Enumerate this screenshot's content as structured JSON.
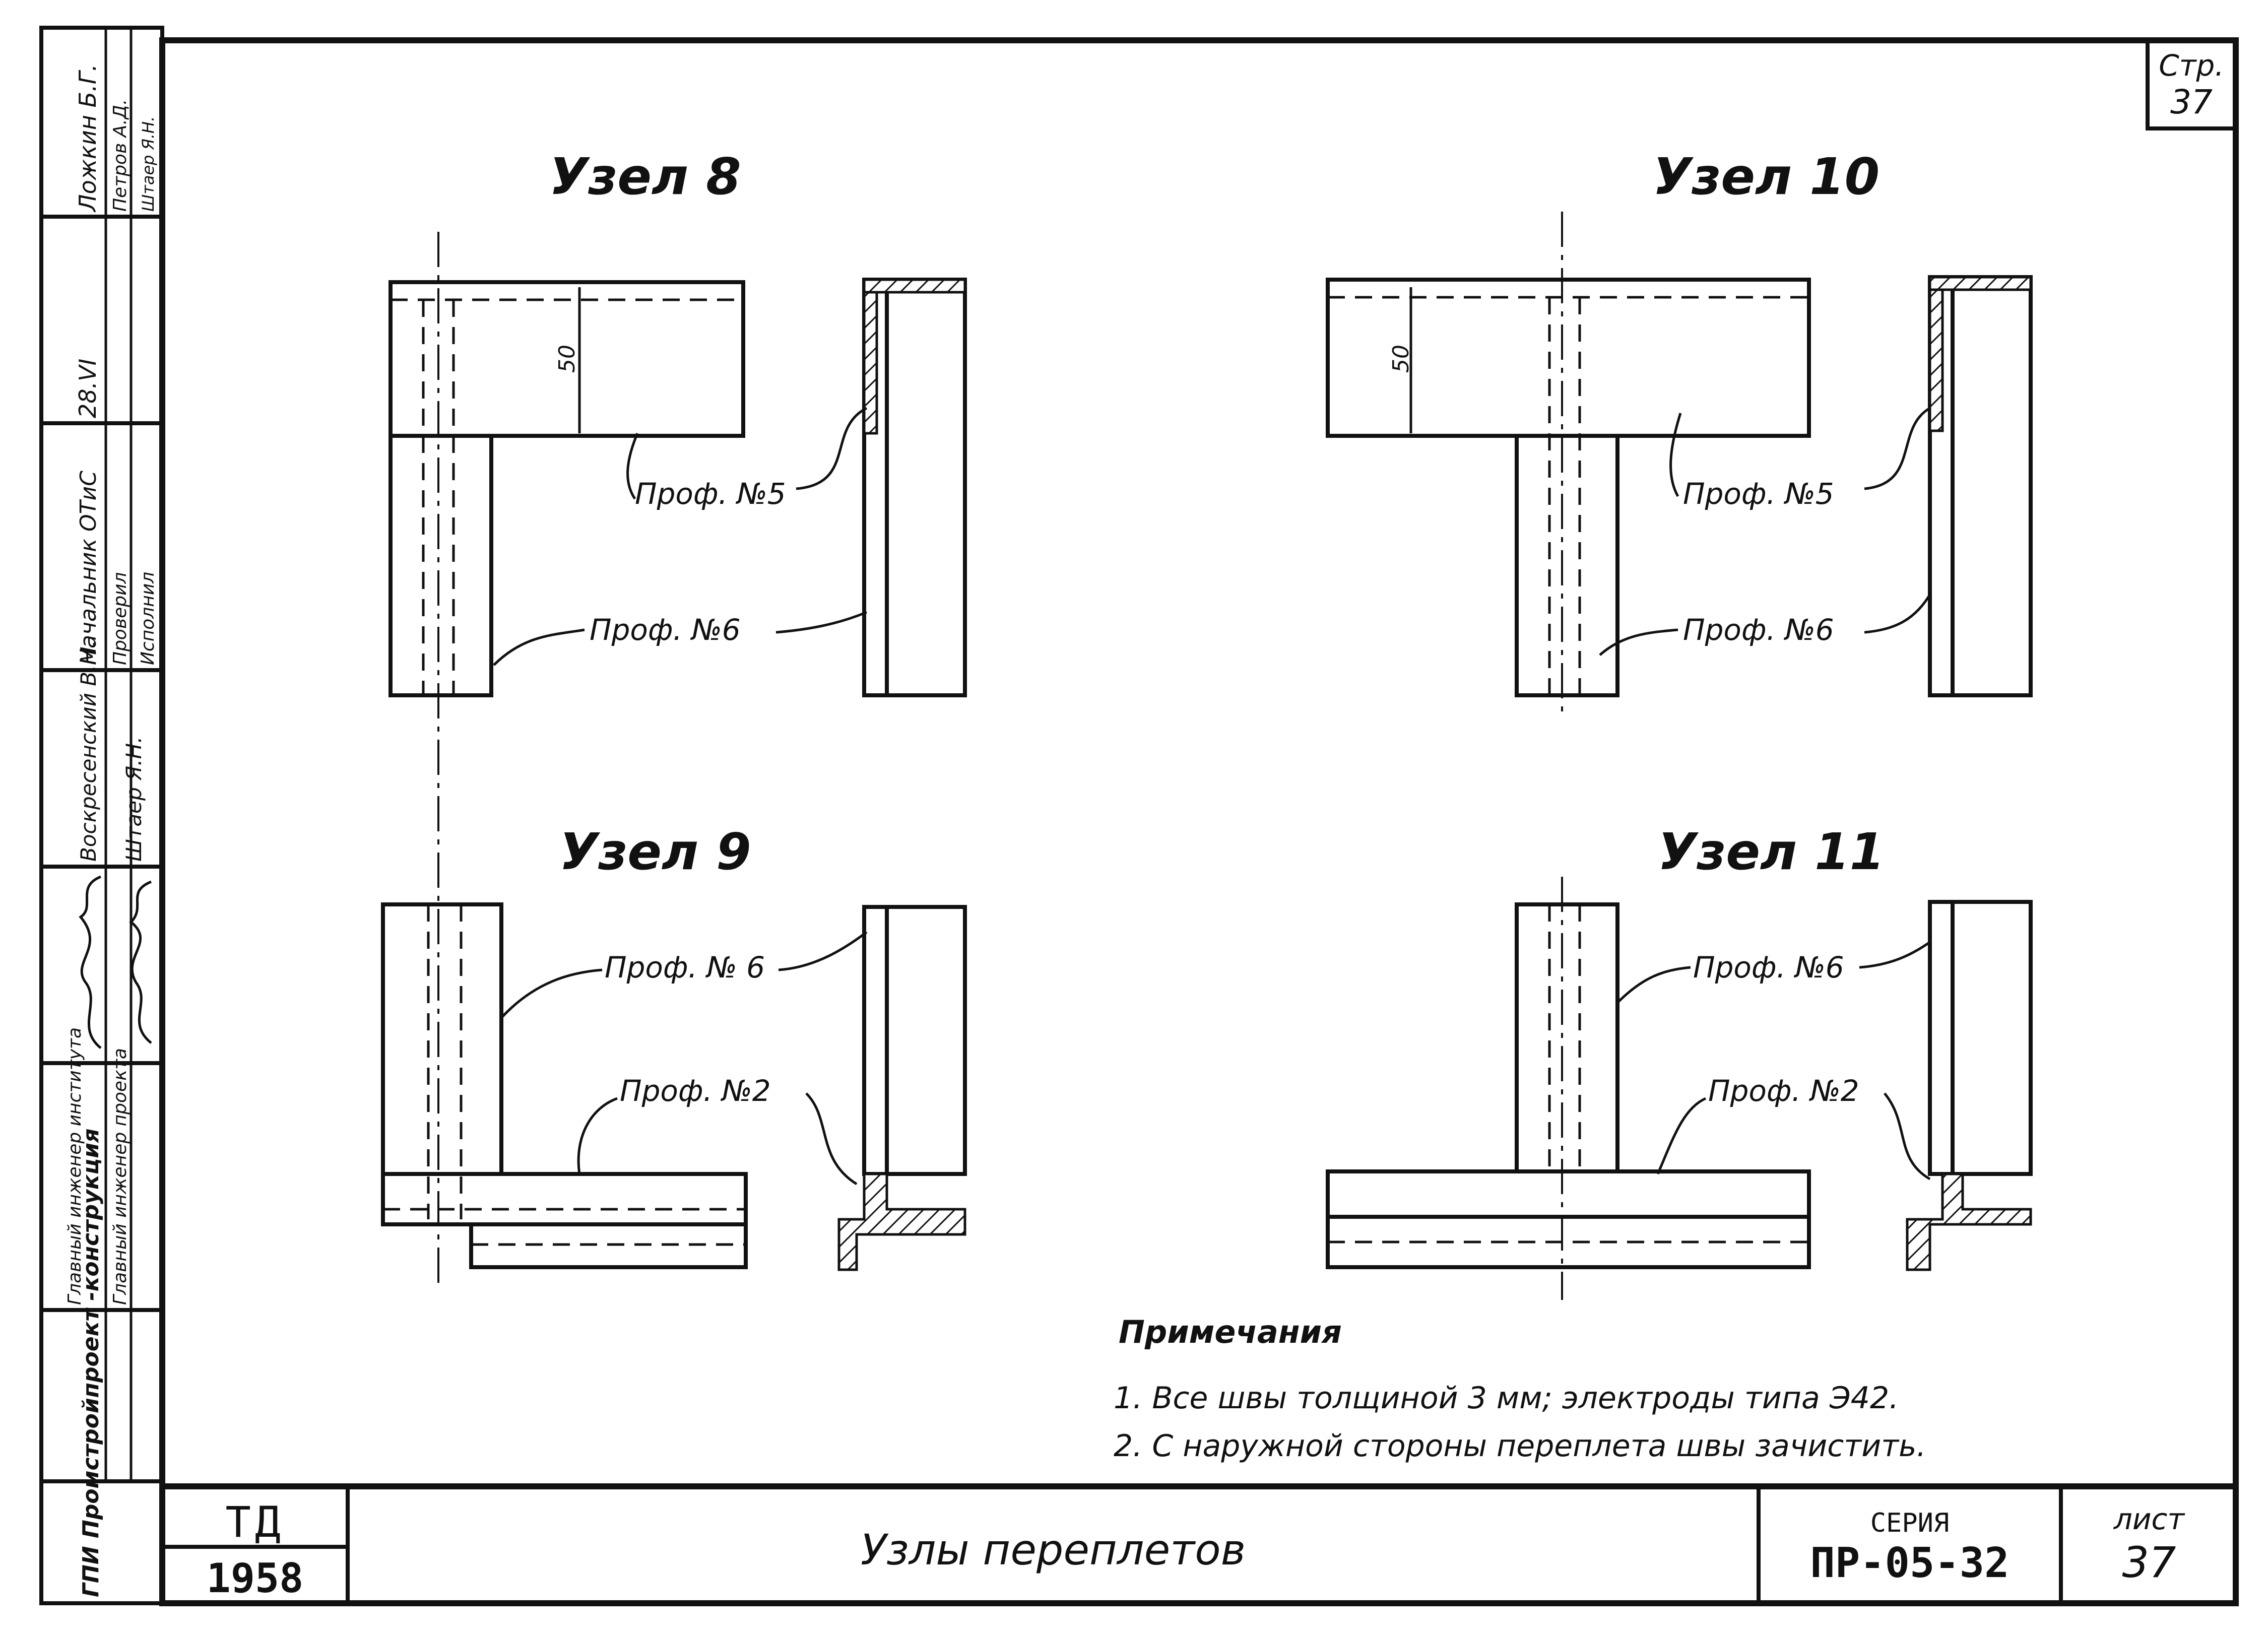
{
  "sheet_label": {
    "stamp_label": "Стр.",
    "stamp_number": "37"
  },
  "nodes": [
    {
      "title": "Узел 8",
      "dimension": "50",
      "profile_top": "Проф. №5",
      "profile_bottom": "Проф. №6"
    },
    {
      "title": "Узел 10",
      "dimension": "50",
      "profile_top": "Проф. №5",
      "profile_bottom": "Проф. №6"
    },
    {
      "title": "Узел 9",
      "profile_top": "Проф. № 6",
      "profile_bottom": "Проф. №2"
    },
    {
      "title": "Узел 11",
      "profile_top": "Проф. №6",
      "profile_bottom": "Проф. №2"
    }
  ],
  "notes": {
    "heading": "Примечания",
    "items": [
      "1. Все швы толщиной 3 мм; электроды типа Э42.",
      "2. С наружной стороны переплета швы зачистить."
    ]
  },
  "title_block": {
    "org_mark": "ТД",
    "year": "1958",
    "title": "Узлы переплетов",
    "series_label": "СЕРИЯ",
    "series_value": "ПР-05-32",
    "sheet_label": "лист",
    "sheet_value": "37"
  },
  "side_stamp": {
    "org": "ГПИ Промстройпроект -конструкция",
    "chief_engineer_institute": "Главный инженер института",
    "chief_engineer_project": "Главный инженер проекта",
    "signer_1": "Воскресенский В.М.",
    "signer_2": "Штаер Я.Н.",
    "head_role": "Начальник ОТиС",
    "checked": "Проверил",
    "executed": "Исполнил",
    "date": "28.VI",
    "name_1": "Ложкин Б.Г.",
    "name_2": "Петров А.Д.",
    "name_3": "Штаер Я.Н."
  }
}
